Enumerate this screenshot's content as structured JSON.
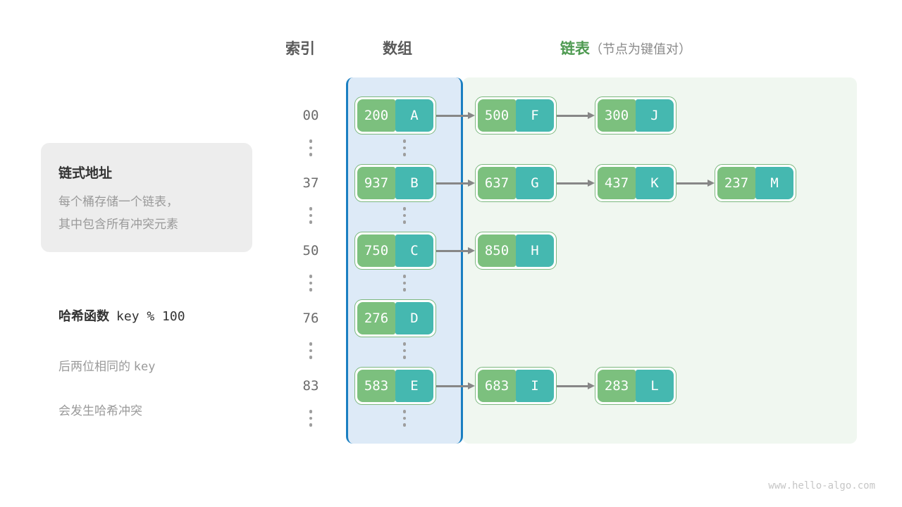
{
  "headers": {
    "index": "索引",
    "array": "数组",
    "list_accent": "链表",
    "list_sub": "（节点为键值对）"
  },
  "info_card": {
    "title": "链式地址",
    "description": "每个桶存储一个链表，\n其中包含所有冲突元素"
  },
  "hash_note": {
    "label": "哈希函数",
    "formula": "key % 100",
    "description_line1": "后两位相同的 ",
    "description_key": "key",
    "description_line2": "会发生哈希冲突"
  },
  "colors": {
    "array_panel_bg": "#ddeaf7",
    "array_panel_border": "#1a7fc1",
    "list_panel_bg": "#f0f7f0",
    "node_border": "#7cb87f",
    "node_key_bg": "#7cc07e",
    "node_value_bg": "#45b8b0",
    "arrow": "#878787",
    "accent_green": "#4e9a51",
    "card_bg": "#ededed",
    "muted_text": "#9a9a9a"
  },
  "buckets": [
    {
      "index": "00",
      "array_node": {
        "key": "200",
        "value": "A"
      },
      "chain": [
        {
          "key": "500",
          "value": "F"
        },
        {
          "key": "300",
          "value": "J"
        }
      ]
    },
    {
      "index": "37",
      "array_node": {
        "key": "937",
        "value": "B"
      },
      "chain": [
        {
          "key": "637",
          "value": "G"
        },
        {
          "key": "437",
          "value": "K"
        },
        {
          "key": "237",
          "value": "M"
        }
      ]
    },
    {
      "index": "50",
      "array_node": {
        "key": "750",
        "value": "C"
      },
      "chain": [
        {
          "key": "850",
          "value": "H"
        }
      ]
    },
    {
      "index": "76",
      "array_node": {
        "key": "276",
        "value": "D"
      },
      "chain": []
    },
    {
      "index": "83",
      "array_node": {
        "key": "583",
        "value": "E"
      },
      "chain": [
        {
          "key": "683",
          "value": "I"
        },
        {
          "key": "283",
          "value": "L"
        }
      ]
    }
  ],
  "ellipsis_rows": 6,
  "watermark": "www.hello-algo.com"
}
